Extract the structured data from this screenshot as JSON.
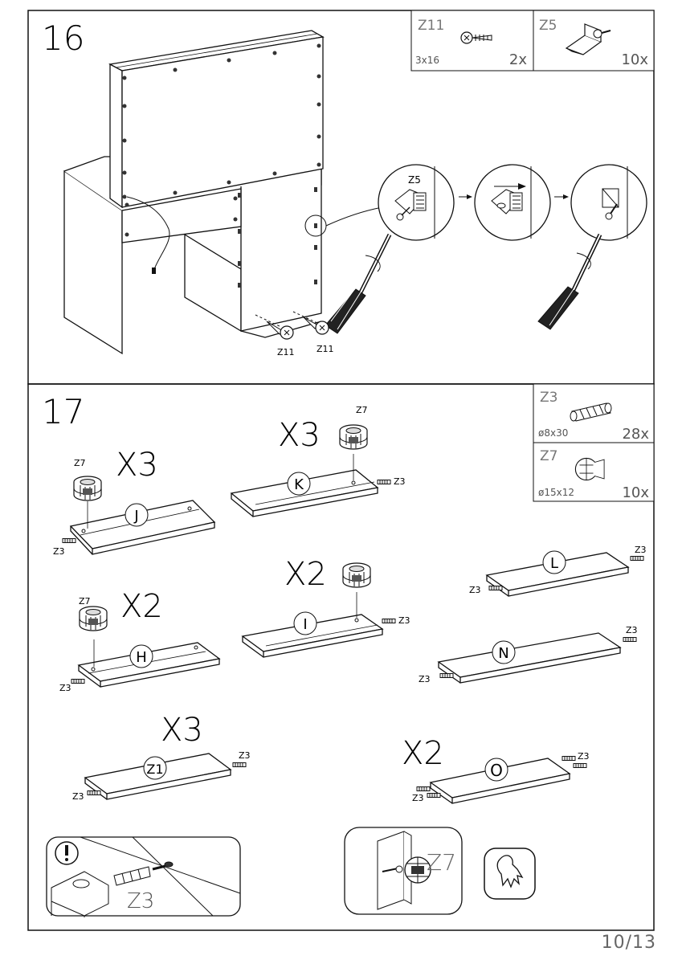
{
  "page_number": "10/13",
  "step16": {
    "number": "16",
    "parts": [
      {
        "code": "Z11",
        "size": "3x16",
        "qty": "2x"
      },
      {
        "code": "Z5",
        "size": "",
        "qty": "10x"
      }
    ],
    "zoom_label": "Z5",
    "screw_labels": [
      "Z11",
      "Z11"
    ]
  },
  "step17": {
    "number": "17",
    "parts": [
      {
        "code": "Z3",
        "size": "ø8x30",
        "qty": "28x"
      },
      {
        "code": "Z7",
        "size": "ø15x12",
        "qty": "10x"
      }
    ],
    "boards": [
      {
        "letter": "J",
        "mult": "X3",
        "cam": "Z7",
        "dowel": "Z3"
      },
      {
        "letter": "K",
        "mult": "X3",
        "cam": "Z7",
        "dowel": "Z3"
      },
      {
        "letter": "L",
        "mult": "",
        "dowel": "Z3"
      },
      {
        "letter": "H",
        "mult": "X2",
        "cam": "Z7",
        "dowel": "Z3"
      },
      {
        "letter": "I",
        "mult": "X2",
        "cam": "",
        "dowel": "Z3"
      },
      {
        "letter": "N",
        "mult": "",
        "dowel": "Z3"
      },
      {
        "letter": "Z1",
        "mult": "X3",
        "dowel": "Z3"
      },
      {
        "letter": "O",
        "mult": "X2",
        "dowel": "Z3"
      }
    ],
    "notice_label": "Z3",
    "cam_detail_label": "Z7"
  }
}
